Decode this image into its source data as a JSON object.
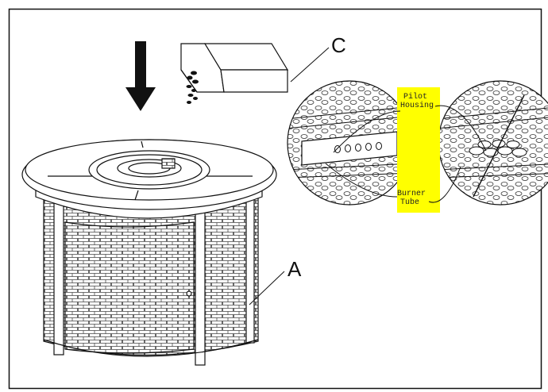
{
  "labels": {
    "callout_c": "C",
    "callout_a": "A",
    "pilot_line1": "Pilot",
    "pilot_line2": "Housing",
    "burner_line1": "Burner",
    "burner_line2": "Tube"
  },
  "colors": {
    "line": "#111111",
    "highlight": "#ffff00",
    "background": "#ffffff"
  }
}
